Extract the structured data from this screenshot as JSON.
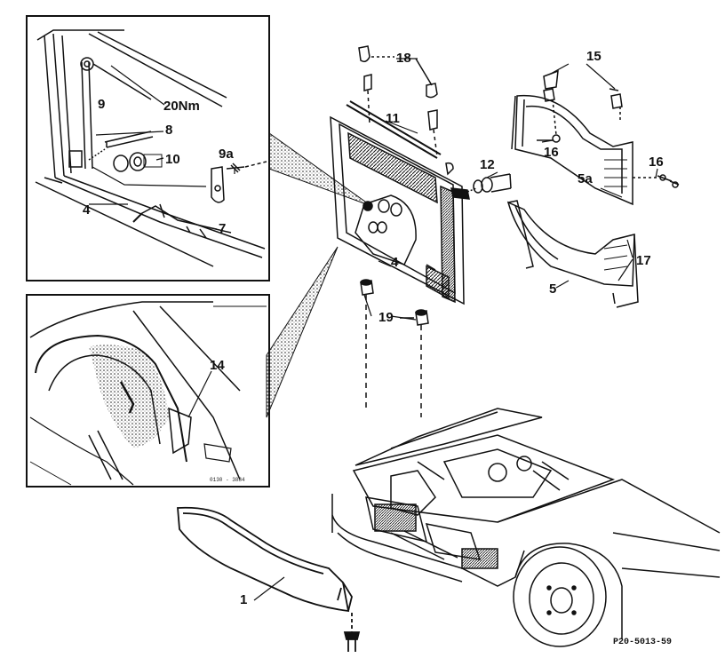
{
  "callouts": {
    "c1": "1",
    "c4_inset": "4",
    "c4_radiator": "4",
    "c5": "5",
    "c5a": "5a",
    "c7": "7",
    "c8": "8",
    "c9": "9",
    "c9a": "9a",
    "c10": "10",
    "c11": "11",
    "c12": "12",
    "c14": "14",
    "c15": "15",
    "c16_a": "16",
    "c16_b": "16",
    "c17": "17",
    "c18": "18",
    "c19": "19",
    "torque": "20Nm"
  },
  "photo_code": "0130 - 3884",
  "document_number": "P20-5013-59",
  "colors": {
    "ink": "#111111",
    "paper": "#ffffff"
  }
}
